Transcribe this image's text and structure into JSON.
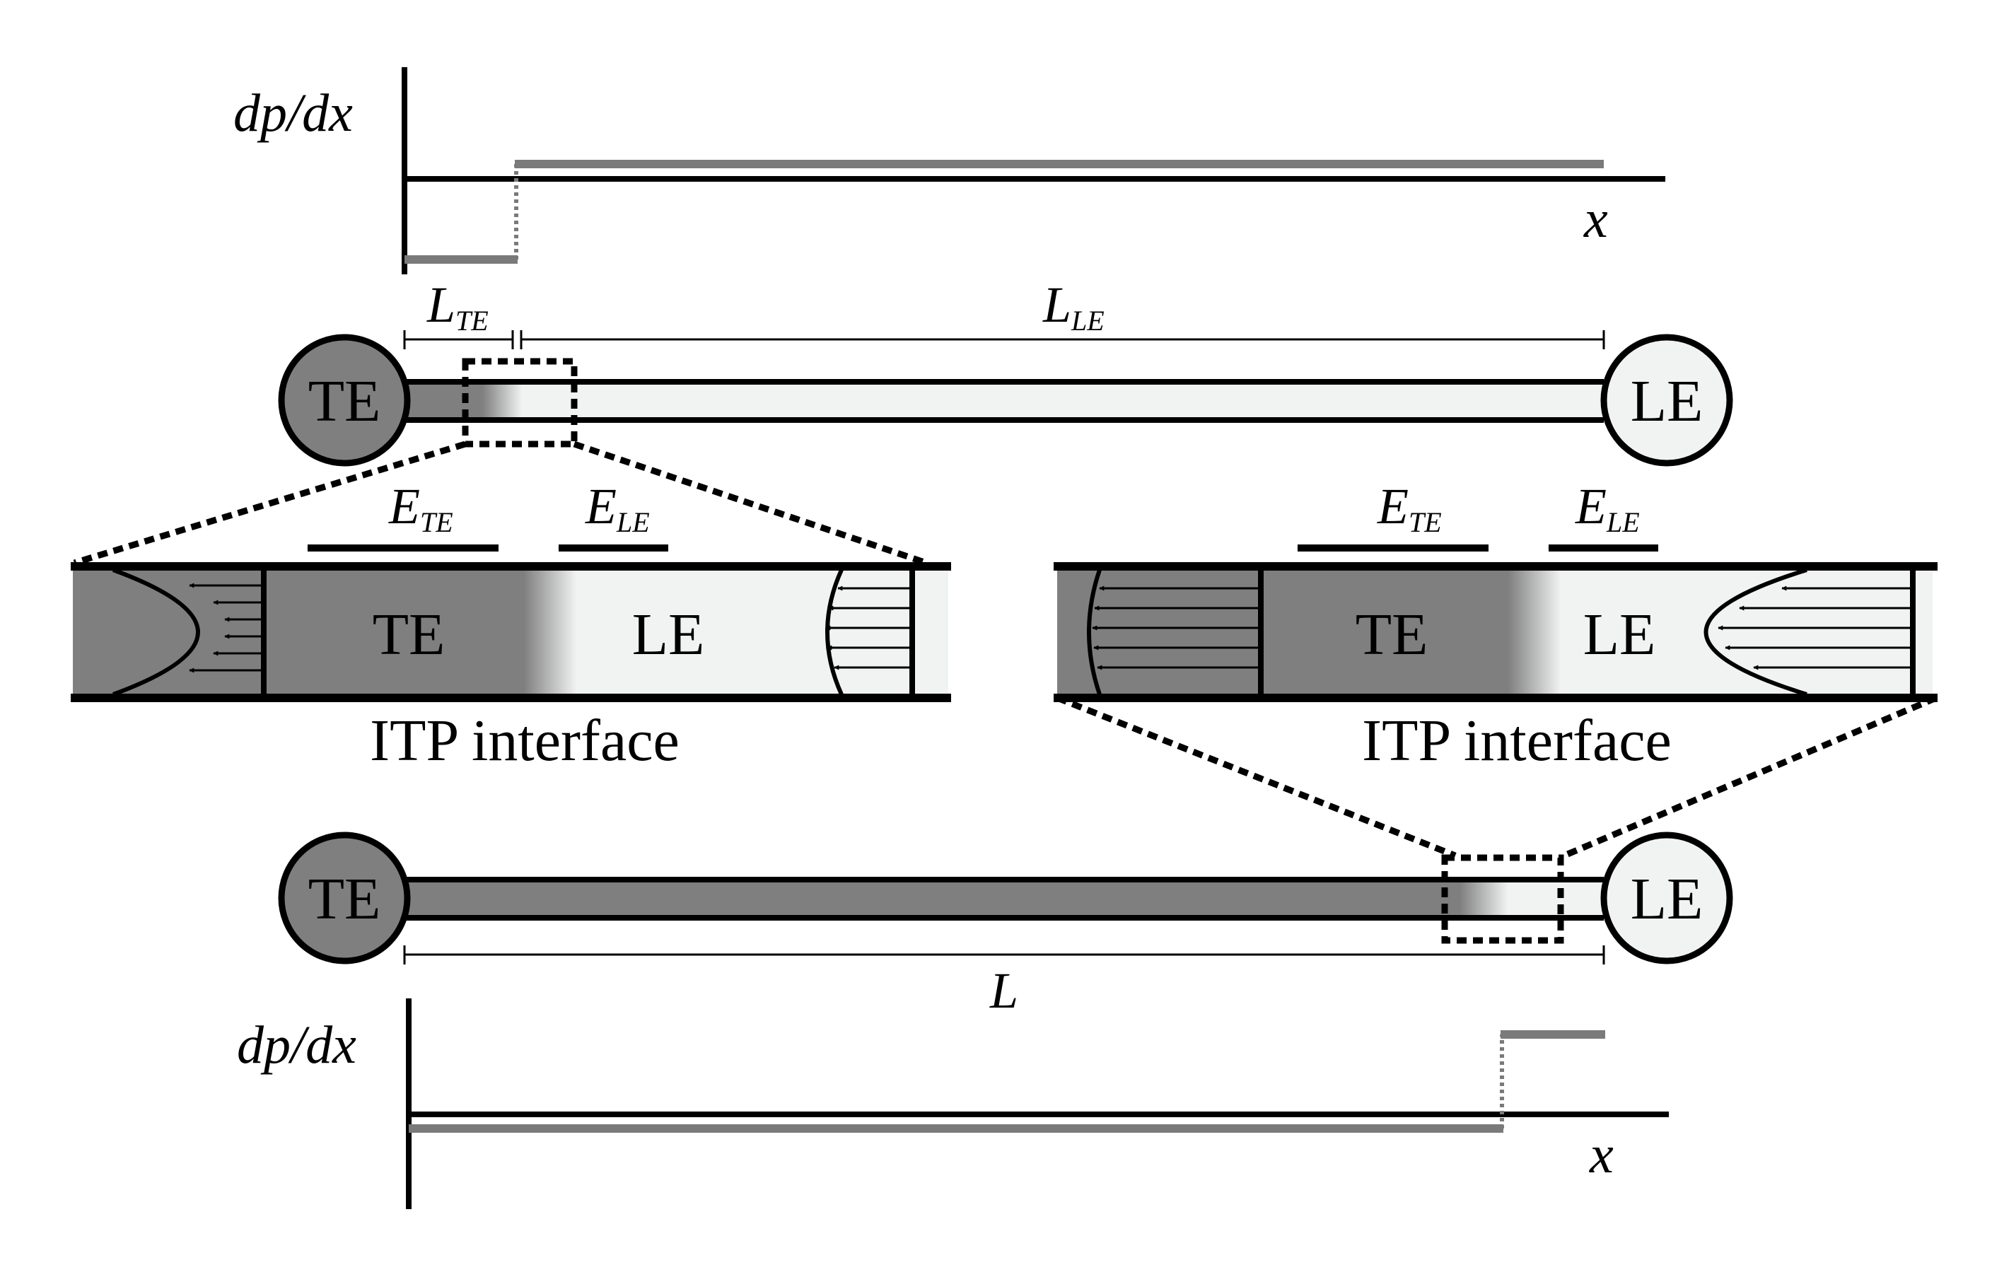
{
  "top_graph": {
    "ylabel": "dp/dx",
    "xlabel": "x"
  },
  "bottom_graph": {
    "ylabel": "dp/dx",
    "xlabel": "x"
  },
  "top_channel": {
    "left_reservoir": "TE",
    "right_reservoir": "LE",
    "dim_left_main": "L",
    "dim_left_sub": "TE",
    "dim_right_main": "L",
    "dim_right_sub": "LE"
  },
  "left_inset": {
    "field_te_main": "E",
    "field_te_sub": "TE",
    "field_le_main": "E",
    "field_le_sub": "LE",
    "zone_te": "TE",
    "zone_le": "LE",
    "caption": "ITP interface"
  },
  "right_inset": {
    "field_te_main": "E",
    "field_te_sub": "TE",
    "field_le_main": "E",
    "field_le_sub": "LE",
    "zone_te": "TE",
    "zone_le": "LE",
    "caption": "ITP interface"
  },
  "bottom_channel": {
    "left_reservoir": "TE",
    "right_reservoir": "LE",
    "dim_main": "L"
  },
  "colors": {
    "te_fill": "#7f7f7f",
    "le_fill": "#f1f2f2",
    "line": "#000000",
    "gradient_line": "#7a7a7a"
  }
}
